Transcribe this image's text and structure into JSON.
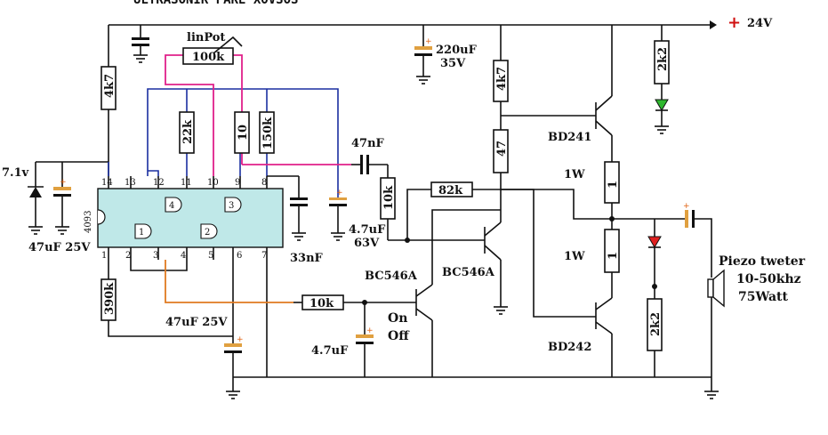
{
  "title": "ULTRASONIK PAKE XOVSOS",
  "supply": {
    "plus": "+",
    "voltage": "24V"
  },
  "chip": {
    "name": "4093",
    "pins_top": [
      "14",
      "13",
      "12",
      "11",
      "10",
      "9",
      "8"
    ],
    "pins_bottom": [
      "1",
      "2",
      "3",
      "4",
      "5",
      "6",
      "7"
    ],
    "gates": [
      "4",
      "3",
      "1",
      "2"
    ]
  },
  "resistors": {
    "r_4k7_left": "4k7",
    "r_390k": "390k",
    "r_22k": "22k",
    "r_10": "10",
    "r_150k": "150k",
    "r_10k_vert": "10k",
    "r_82k": "82k",
    "r_10k_horiz": "10k",
    "r_4k7_right": "4k7",
    "r_47": "47",
    "r_1_top": "1",
    "r_1_bottom": "1",
    "r_2k2_top": "2k2",
    "r_2k2_bottom": "2k2"
  },
  "pot": {
    "label": "linPot",
    "value": "100k"
  },
  "labels": {
    "zener": "7.1v",
    "cap_47uF_left": "47uF 25V",
    "cap_47uF_bottom": "47uF 25V",
    "cap_33nF": "33nF",
    "cap_47nF": "47nF",
    "cap_4u7_63": "4.7uF",
    "cap_4u7_63_v": "63V",
    "cap_220uF": "220uF",
    "cap_220uF_v": "35V",
    "cap_4u7": "4.7uF",
    "bc546a_1": "BC546A",
    "bc546a_2": "BC546A",
    "bd241": "BD241",
    "bd242": "BD242",
    "watt_1": "1W",
    "watt_2": "1W",
    "switch_on": "On",
    "switch_off": "Off",
    "piezo_1": "Piezo tweter",
    "piezo_2": "10-50khz",
    "piezo_3": "75Watt"
  },
  "colors": {
    "wire": "#111111",
    "blue_wire": "#1a2fa0",
    "pink_wire": "#e0208a",
    "orange_wire": "#e07a20",
    "supply_plus": "#d01010",
    "led_green": "#2fb82f",
    "led_red": "#e02020",
    "cap_plus": "#e06010"
  }
}
